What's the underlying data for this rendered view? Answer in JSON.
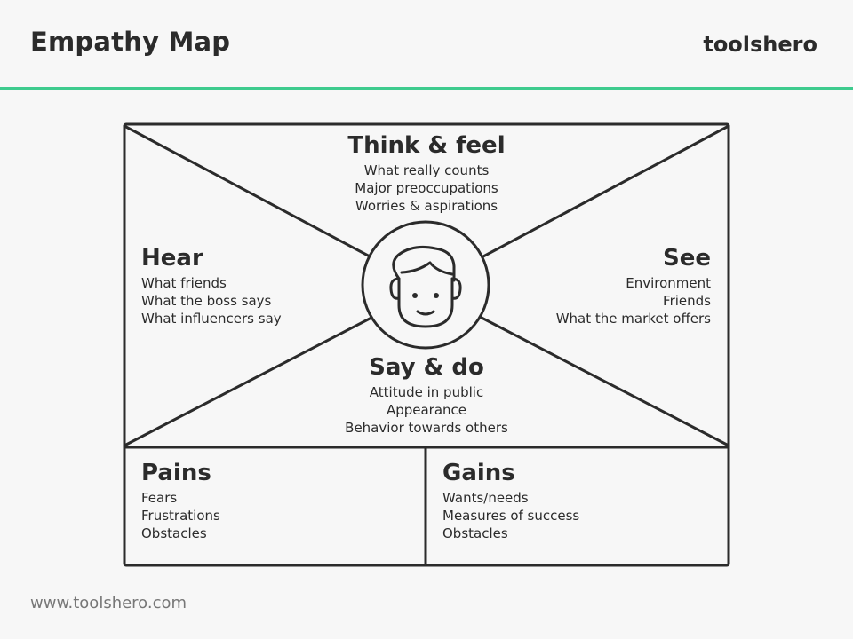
{
  "header": {
    "title": "Empathy Map",
    "brand": "toolshero"
  },
  "footer": {
    "url": "www.toolshero.com"
  },
  "colors": {
    "accent": "#3ecb8e",
    "ink": "#2b2b2b"
  },
  "center_icon": "person-face-icon",
  "sections": {
    "think_feel": {
      "title": "Think & feel",
      "items": [
        "What really counts",
        "Major preoccupations",
        "Worries & aspirations"
      ]
    },
    "hear": {
      "title": "Hear",
      "items": [
        "What friends",
        "What the boss says",
        "What influencers say"
      ]
    },
    "see": {
      "title": "See",
      "items": [
        "Environment",
        "Friends",
        "What the market offers"
      ]
    },
    "say_do": {
      "title": "Say & do",
      "items": [
        "Attitude in public",
        "Appearance",
        "Behavior towards others"
      ]
    },
    "pains": {
      "title": "Pains",
      "items": [
        "Fears",
        "Frustrations",
        "Obstacles"
      ]
    },
    "gains": {
      "title": "Gains",
      "items": [
        "Wants/needs",
        "Measures of success",
        "Obstacles"
      ]
    }
  }
}
